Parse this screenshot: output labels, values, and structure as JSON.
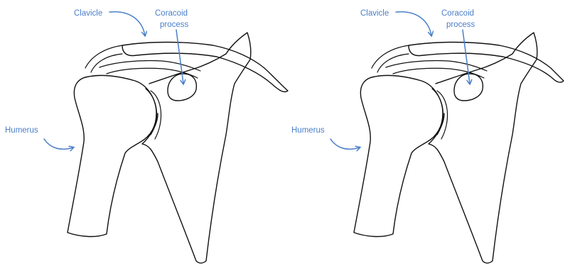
{
  "colors": {
    "label": "#4a7fc8",
    "outline": "#111111",
    "background": "#ffffff"
  },
  "panels": [
    {
      "labels": {
        "clavicle": "Clavicle",
        "coracoid_line1": "Coracoid",
        "coracoid_line2": "process",
        "humerus": "Humerus"
      }
    },
    {
      "labels": {
        "clavicle": "Clavicle",
        "coracoid_line1": "Coracoid",
        "coracoid_line2": "process",
        "humerus": "Humerus"
      }
    }
  ]
}
